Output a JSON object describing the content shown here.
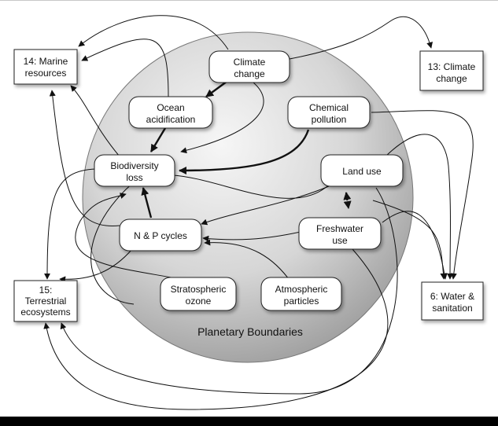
{
  "diagram": {
    "title": "Planetary Boundaries",
    "boundaries": {
      "climate_change": [
        "Climate",
        "change"
      ],
      "ocean_acidification": [
        "Ocean",
        "acidification"
      ],
      "chemical_pollution": [
        "Chemical",
        "pollution"
      ],
      "biodiversity_loss": [
        "Biodiversity",
        "loss"
      ],
      "land_use": [
        "Land use"
      ],
      "freshwater_use": [
        "Freshwater",
        "use"
      ],
      "np_cycles": [
        "N & P cycles"
      ],
      "stratospheric_ozone": [
        "Stratospheric",
        "ozone"
      ],
      "atmospheric_particles": [
        "Atmospheric",
        "particles"
      ]
    },
    "goals": {
      "marine_resources": [
        "14: Marine",
        "resources"
      ],
      "climate_change_goal": [
        "13: Climate",
        "change"
      ],
      "terrestrial_ecosystems": [
        "15:",
        "Terrestrial",
        "ecosystems"
      ],
      "water_sanitation": [
        "6: Water &",
        "sanitation"
      ]
    }
  }
}
